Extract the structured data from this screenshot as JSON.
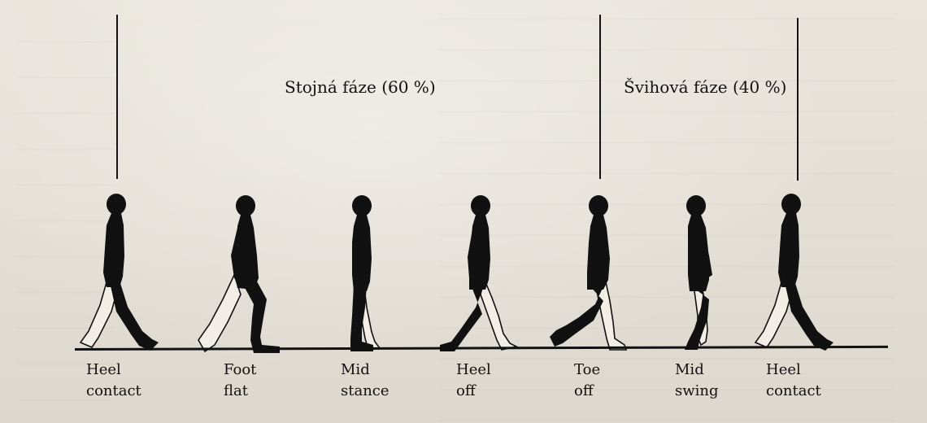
{
  "phases": {
    "stance_label": "Stojná fáze (60 %)",
    "swing_label": "Švihová fáze (40 %)"
  },
  "gait_events": [
    {
      "line1": "Heel",
      "line2": "contact"
    },
    {
      "line1": "Foot",
      "line2": "flat"
    },
    {
      "line1": "Mid",
      "line2": "stance"
    },
    {
      "line1": "Heel",
      "line2": "off"
    },
    {
      "line1": "Toe",
      "line2": "off"
    },
    {
      "line1": "Mid",
      "line2": "swing"
    },
    {
      "line1": "Heel",
      "line2": "contact"
    }
  ],
  "colors": {
    "silhouette": "#111111",
    "outline_leg": "#111111",
    "outline_fill": "#f2eee6"
  }
}
